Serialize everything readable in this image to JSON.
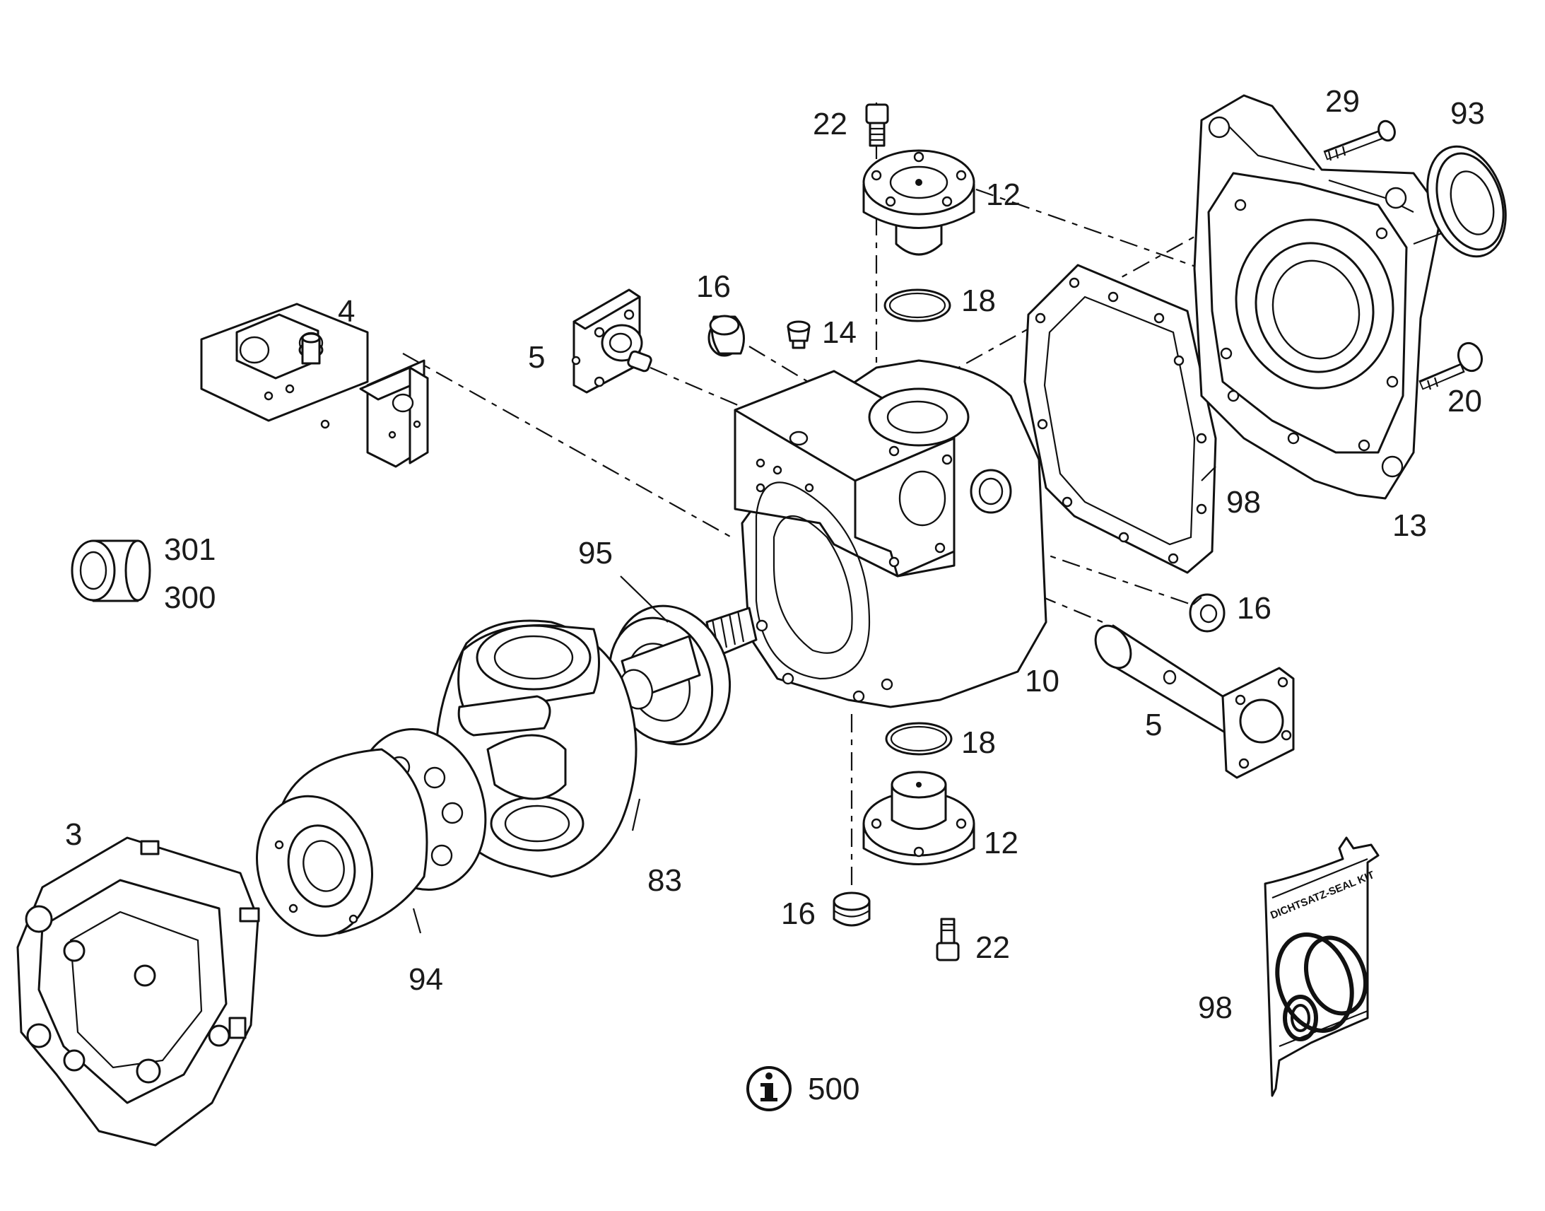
{
  "diagram": {
    "part_labels": [
      {
        "id": "22_top",
        "text": "22"
      },
      {
        "id": "12_top",
        "text": "12"
      },
      {
        "id": "29",
        "text": "29"
      },
      {
        "id": "93",
        "text": "93"
      },
      {
        "id": "16_a",
        "text": "16"
      },
      {
        "id": "14",
        "text": "14"
      },
      {
        "id": "18_top",
        "text": "18"
      },
      {
        "id": "4",
        "text": "4"
      },
      {
        "id": "5_left",
        "text": "5"
      },
      {
        "id": "20",
        "text": "20"
      },
      {
        "id": "98_gasket",
        "text": "98"
      },
      {
        "id": "13",
        "text": "13"
      },
      {
        "id": "301",
        "text": "301"
      },
      {
        "id": "300",
        "text": "300"
      },
      {
        "id": "95",
        "text": "95"
      },
      {
        "id": "16_b",
        "text": "16"
      },
      {
        "id": "10",
        "text": "10"
      },
      {
        "id": "5_right",
        "text": "5"
      },
      {
        "id": "18_bottom",
        "text": "18"
      },
      {
        "id": "12_bottom",
        "text": "12"
      },
      {
        "id": "3",
        "text": "3"
      },
      {
        "id": "83",
        "text": "83"
      },
      {
        "id": "16_c",
        "text": "16"
      },
      {
        "id": "22_bottom",
        "text": "22"
      },
      {
        "id": "94",
        "text": "94"
      },
      {
        "id": "98_kit",
        "text": "98"
      }
    ],
    "info": {
      "icon": "info-icon",
      "text": "500"
    },
    "seal_kit_label": "DICHTSATZ-SEAL KIT"
  }
}
